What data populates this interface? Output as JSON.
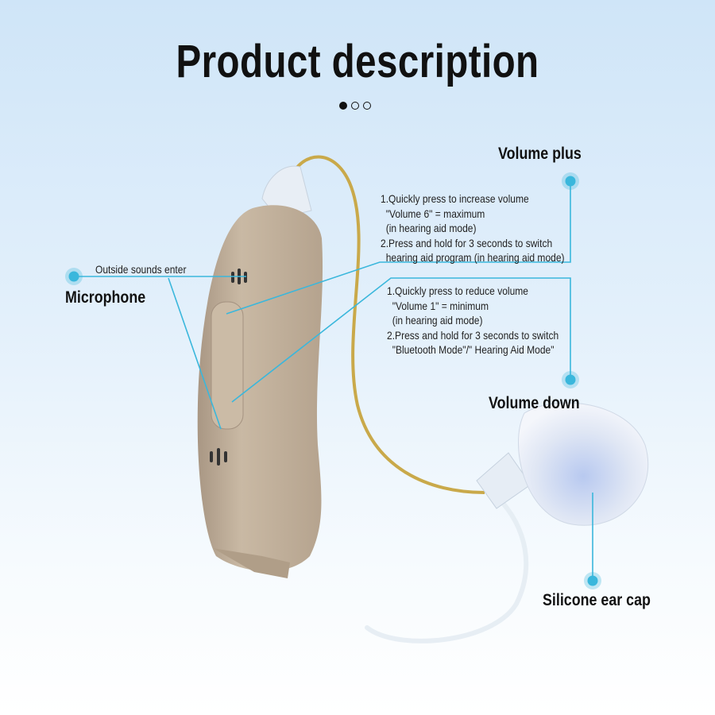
{
  "title": "Product description",
  "carousel": {
    "total": 3,
    "active": 0
  },
  "callouts": {
    "microphone": {
      "label": "Microphone",
      "note": "Outside sounds enter"
    },
    "volume_plus": {
      "label": "Volume plus",
      "lines": [
        "1.Quickly press to increase volume",
        "  \"Volume 6\" = maximum",
        "  (in hearing aid mode)",
        "2.Press and hold for 3 seconds to switch",
        "  hearing aid program (in hearing aid mode)"
      ]
    },
    "volume_down": {
      "label": "Volume down",
      "lines": [
        "1.Quickly press to reduce volume",
        "  \"Volume 1\" = minimum",
        "  (in hearing aid mode)",
        "2.Press and hold for 3 seconds to switch",
        "  \"Bluetooth Mode\"/\" Hearing Aid Mode\""
      ]
    },
    "ear_cap": {
      "label": "Silicone ear cap"
    }
  },
  "colors": {
    "accent": "#3ab7dc",
    "body": "#c3b29c"
  }
}
